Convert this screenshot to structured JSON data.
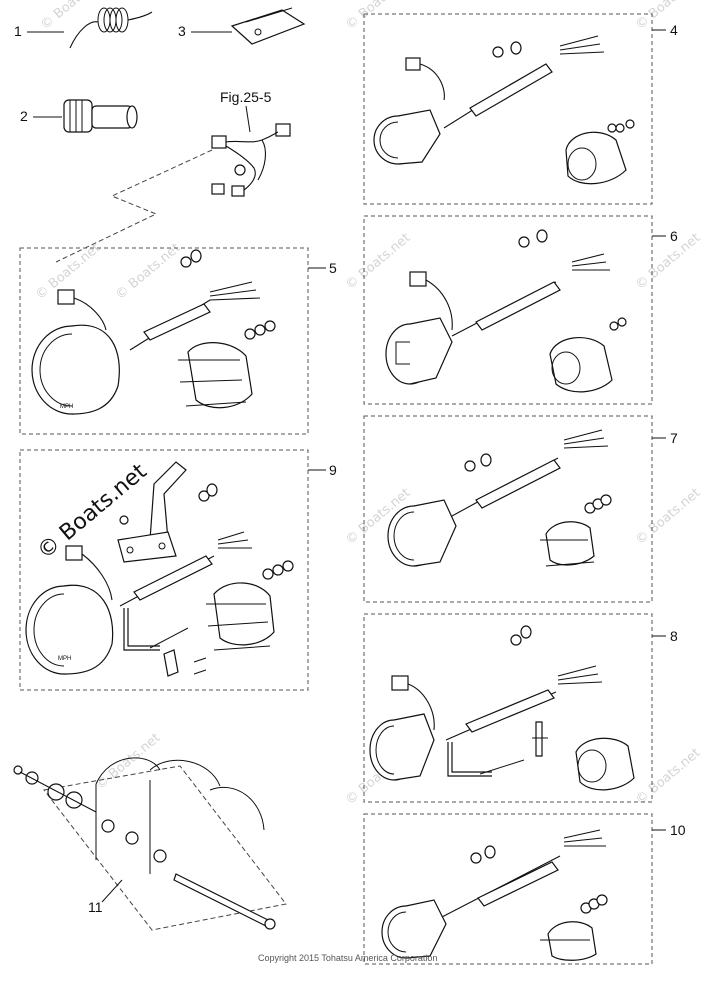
{
  "callouts": {
    "c1": "1",
    "c2": "2",
    "c3": "3",
    "c4": "4",
    "c5": "5",
    "c6": "6",
    "c7": "7",
    "c8": "8",
    "c9": "9",
    "c10": "10",
    "c11": "11"
  },
  "figure_ref": "Fig.25-5",
  "gauge_labels": {
    "mph": "MPH"
  },
  "watermark": {
    "text": "© Boats.net",
    "big_text": "© Boats.net"
  },
  "copyright": "Copyright 2015 Tohatsu America Corporation"
}
